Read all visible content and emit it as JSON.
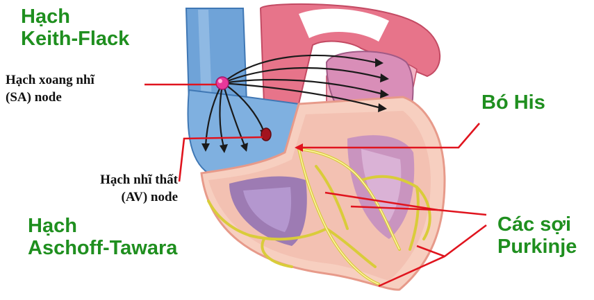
{
  "labels": {
    "keith_flack": [
      "Hạch",
      "Keith-Flack"
    ],
    "sa_node": [
      "Hạch xoang nhĩ",
      "(SA) node"
    ],
    "his_bundle": "Bó His",
    "av_node": [
      "Hạch nhĩ thất",
      "(AV) node"
    ],
    "aschoff_tawara": [
      "Hạch",
      "Aschoff-Tawara"
    ],
    "purkinje": [
      "Các sợi",
      "Purkinje"
    ]
  },
  "colors": {
    "green_label": "#1f8f1f",
    "pointer": "#e0141e",
    "vena_cava": "#6fa3d8",
    "aorta": "#e7748a",
    "myocardium": "#f7cfc0",
    "purkinje": "#d9cc3a",
    "sa_node": "#e8389a",
    "av_node": "#a3141e"
  }
}
